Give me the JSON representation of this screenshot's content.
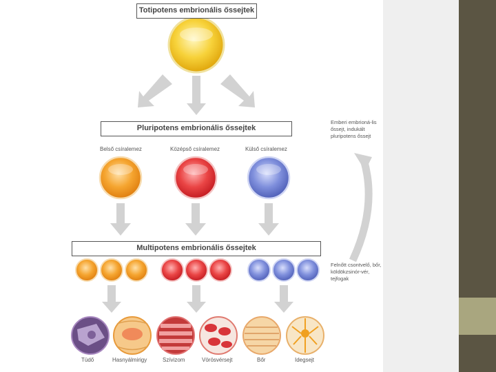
{
  "titles": {
    "totipotent": "Totipotens embrionális őssejtek",
    "pluripotent": "Pluripotens embrionális őssejtek",
    "multipotent": "Multipotens embrionális őssejtek"
  },
  "germ_layers": [
    "Belső csíralemez",
    "Középső csíralemez",
    "Külső csíralemez"
  ],
  "tissues": [
    "Tüdő",
    "Hasnyálmirigy",
    "Szívizom",
    "Vörösvérsejt",
    "Bőr",
    "Idegsejt"
  ],
  "notes": {
    "induced": "Emberi embrioná-lis őssejt, indukált pluripotens őssejt",
    "adult": "Felnőtt csontvelő, bőr, köldökzsinór-vér, tejfogak"
  },
  "colors": {
    "totipotent": "#f2c21e",
    "endoderm": "#f3a024",
    "mesoderm": "#e4373a",
    "ectoderm": "#6f7fd0",
    "arrow": "#d2d2d2",
    "side_dark": "#5b5543",
    "side_khaki": "#a9a67f"
  }
}
